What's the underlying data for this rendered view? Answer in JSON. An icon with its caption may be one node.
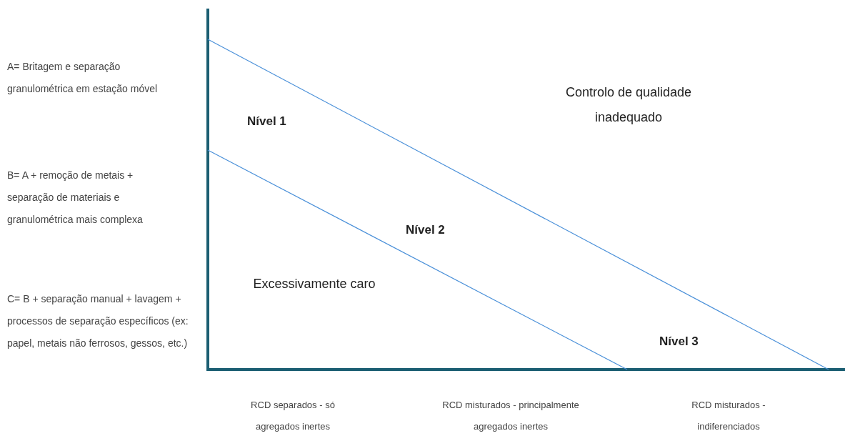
{
  "diagram": {
    "labels": [
      "A= Britagem e separação granulométrica em estação móvel",
      "Nível 1",
      "Controlo de qualidade inadequado",
      "B= A + remoção de metais + separação de materiais e granulométrica mais complexa",
      "Nível 2",
      "C= B + separação manual + lavagem + processos de separação específicos (ex: papel, metais não ferrosos, gessos, etc.)",
      "Excessivamente caro",
      "Nível 3",
      "RCD separados - só agregados inertes",
      "RCD misturados - principalmente agregados inertes",
      "RCD misturados - indiferenciados"
    ]
  }
}
